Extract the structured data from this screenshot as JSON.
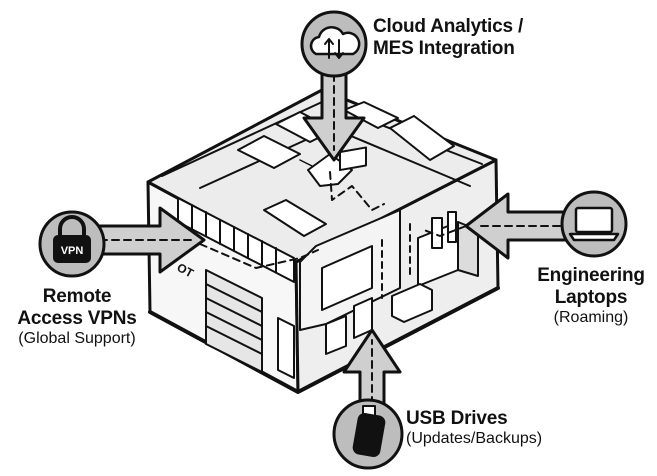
{
  "diagram": {
    "title": "",
    "building_mark": "OT",
    "entry_points": {
      "cloud": {
        "line1": "Cloud Analytics /",
        "line2": "MES Integration",
        "icon": "cloud-sync-icon"
      },
      "vpn": {
        "line1": "Remote",
        "line2": "Access VPNs",
        "sub": "(Global Support)",
        "icon": "vpn-lock-icon",
        "icon_text": "VPN"
      },
      "laptop": {
        "line1": "Engineering",
        "line2": "Laptops",
        "sub": "(Roaming)",
        "icon": "laptop-icon"
      },
      "usb": {
        "line1": "USB Drives",
        "sub": "(Updates/Backups)",
        "icon": "usb-drive-icon"
      }
    },
    "colors": {
      "ink": "#111111",
      "arrow_fill": "#cfcfcf",
      "roof": "#ececec",
      "wall": "#f7f7f7",
      "shade": "#dedede",
      "background": "#ffffff"
    }
  }
}
